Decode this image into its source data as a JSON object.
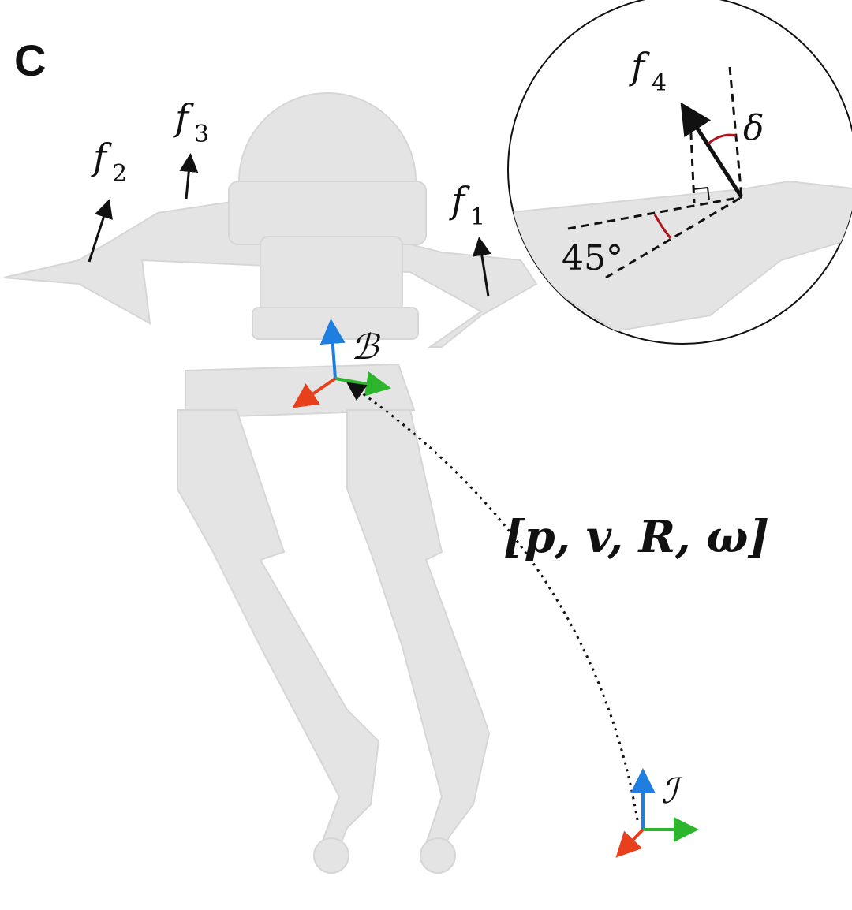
{
  "panel_label": "C",
  "forces": {
    "f1": {
      "symbol": "f",
      "index": "1"
    },
    "f2": {
      "symbol": "f",
      "index": "2"
    },
    "f3": {
      "symbol": "f",
      "index": "3"
    },
    "f4": {
      "symbol": "f",
      "index": "4"
    }
  },
  "inset": {
    "tilt_angle": "45°",
    "delta": "δ"
  },
  "frames": {
    "body": "ℬ",
    "inertial": "ℐ"
  },
  "state_vector": "[p, v, R, ω]",
  "colors": {
    "x_axis": "#e8401c",
    "y_axis": "#2db52d",
    "z_axis": "#1f7fe0",
    "angle_arc": "#b0141e"
  }
}
